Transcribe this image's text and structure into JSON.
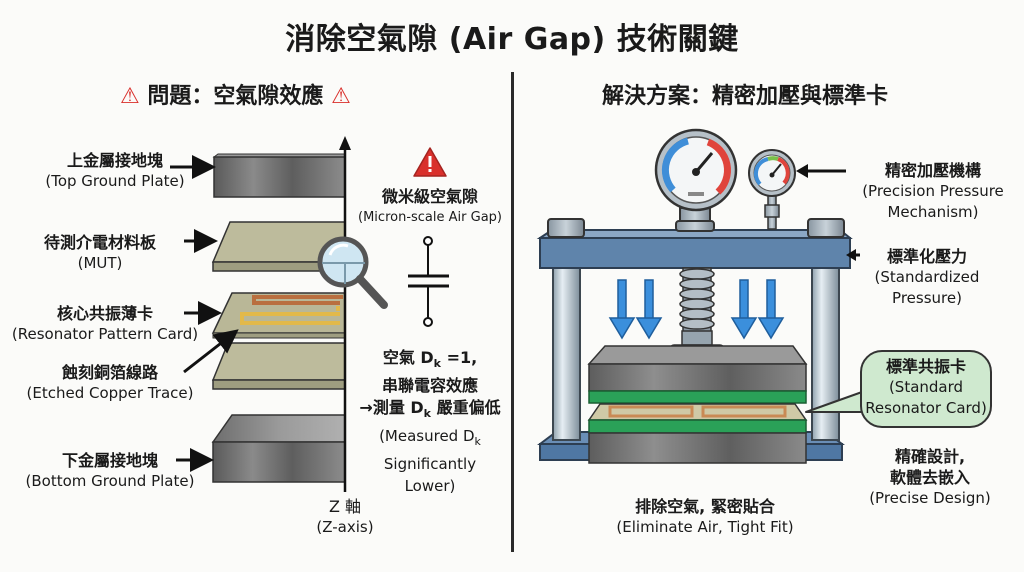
{
  "title": "消除空氣隙 (Air Gap) 技術關鍵",
  "left_panel": {
    "heading": "問題：空氣隙效應",
    "layers": [
      {
        "zh": "上金屬接地塊",
        "en": "(Top Ground Plate)"
      },
      {
        "zh": "待測介電材料板",
        "en": "(MUT)"
      },
      {
        "zh": "核心共振薄卡",
        "en": "(Resonator Pattern Card)"
      },
      {
        "zh": "蝕刻銅箔線路",
        "en": "(Etched Copper Trace)"
      },
      {
        "zh": "下金屬接地塊",
        "en": "(Bottom Ground Plate)"
      }
    ],
    "gap_warning": {
      "zh": "微米級空氣隙",
      "en": "(Micron-scale Air Gap)"
    },
    "effect": {
      "line1_prefix": "空氣 D",
      "line1_sub": "k",
      "line1_suffix": " =1,",
      "line2": "串聯電容效應",
      "line3_prefix": "→測量 D",
      "line3_sub": "k",
      "line3_suffix": " 嚴重偏低",
      "en_line1_prefix": "(Measured D",
      "en_line1_sub": "k",
      "en_line2": "Significantly",
      "en_line3": "Lower)"
    },
    "axis": {
      "zh": "Z 軸",
      "en": "(Z-axis)"
    }
  },
  "right_panel": {
    "heading": "解決方案：精密加壓與標準卡",
    "labels": {
      "mechanism": {
        "zh": "精密加壓機構",
        "en1": "(Precision Pressure",
        "en2": "Mechanism)"
      },
      "pressure": {
        "zh": "標準化壓力",
        "en1": "(Standardized",
        "en2": "Pressure)"
      },
      "card": {
        "zh": "標準共振卡",
        "en1": "(Standard",
        "en2": "Resonator Card)"
      },
      "design": {
        "zh1": "精確設計,",
        "zh2": "軟體去嵌入",
        "en": "(Precise Design)"
      },
      "result": {
        "zh": "排除空氣, 緊密貼合",
        "en": "(Eliminate Air, Tight Fit)"
      }
    }
  },
  "colors": {
    "warning_red": "#d9302c",
    "press_blue": "#5a7fa3",
    "arrow_blue": "#3b8fdc",
    "pcb_green": "#2aa158",
    "callout_green": "#cfe9cf",
    "copper": "#c98a55"
  }
}
